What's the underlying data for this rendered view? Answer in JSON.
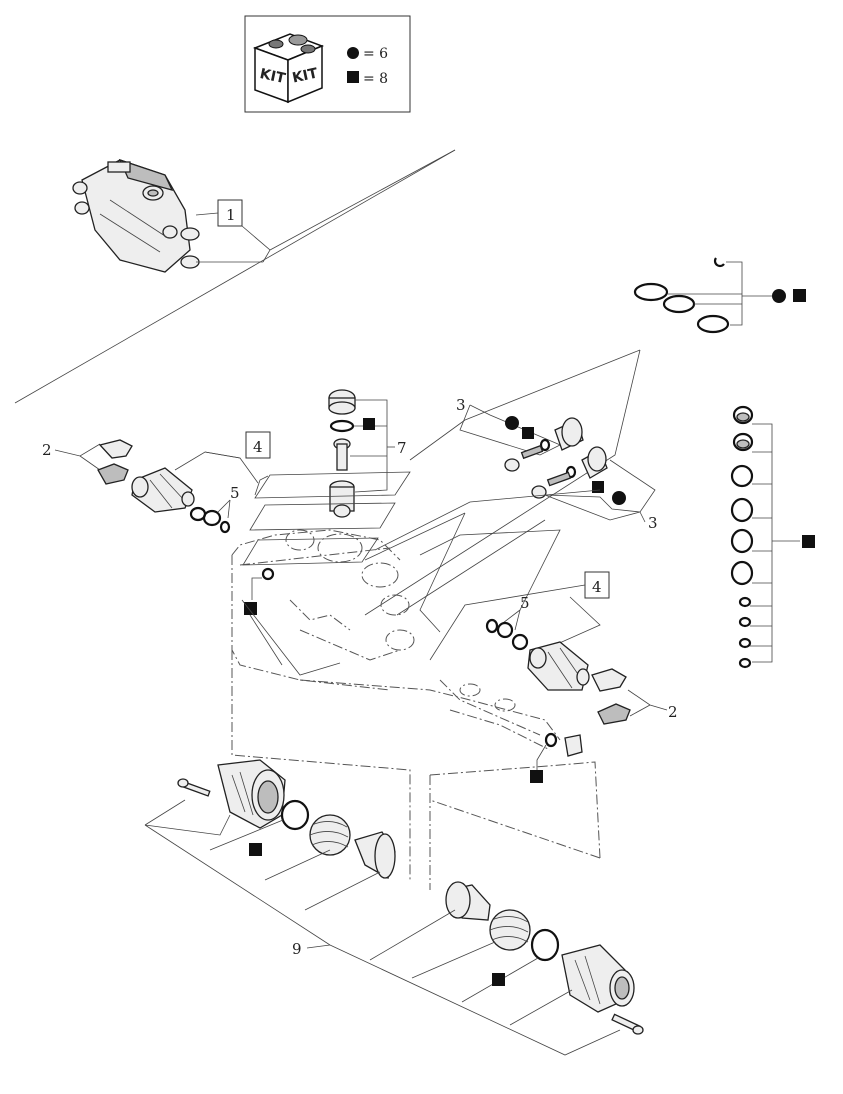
{
  "kit_legend": {
    "kit_text_left": "KIT",
    "kit_text_right": "KIT",
    "circle_equals": "= 6",
    "square_equals": "= 8"
  },
  "callouts": {
    "c1": "1",
    "c2_left": "2",
    "c2_right": "2",
    "c3_top": "3",
    "c3_mid": "3",
    "c4_left": "4",
    "c4_right": "4",
    "c5_left": "5",
    "c5_right": "5",
    "c7": "7",
    "c9": "9"
  },
  "colors": {
    "line": "#333333",
    "marker": "#111111",
    "part_fill": "#eeeeee"
  }
}
